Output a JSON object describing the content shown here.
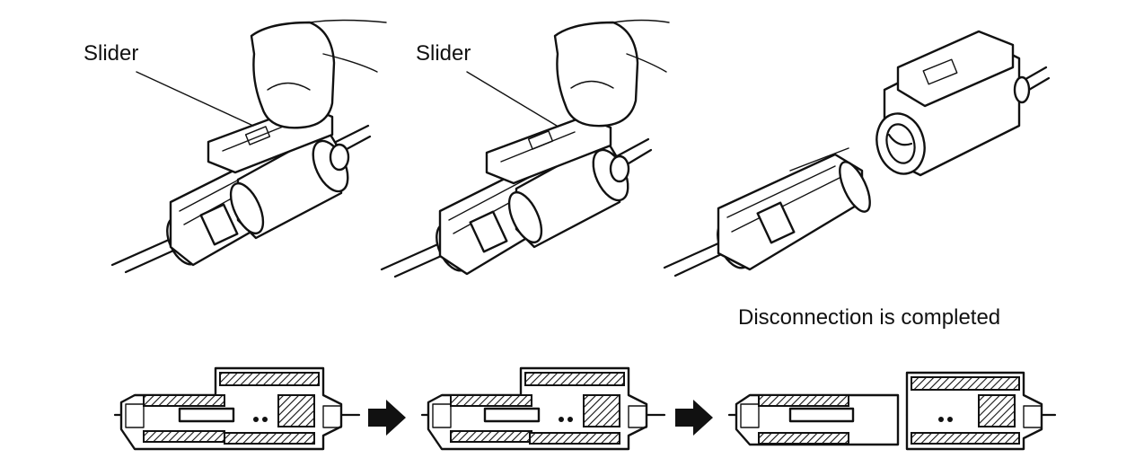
{
  "labels": {
    "slider_1": "Slider",
    "slider_2": "Slider",
    "completed": "Disconnection is completed"
  },
  "colors": {
    "ink": "#111111",
    "background": "#ffffff"
  },
  "icons": {
    "arrow_1": "right-arrow-icon",
    "arrow_2": "right-arrow-icon"
  }
}
